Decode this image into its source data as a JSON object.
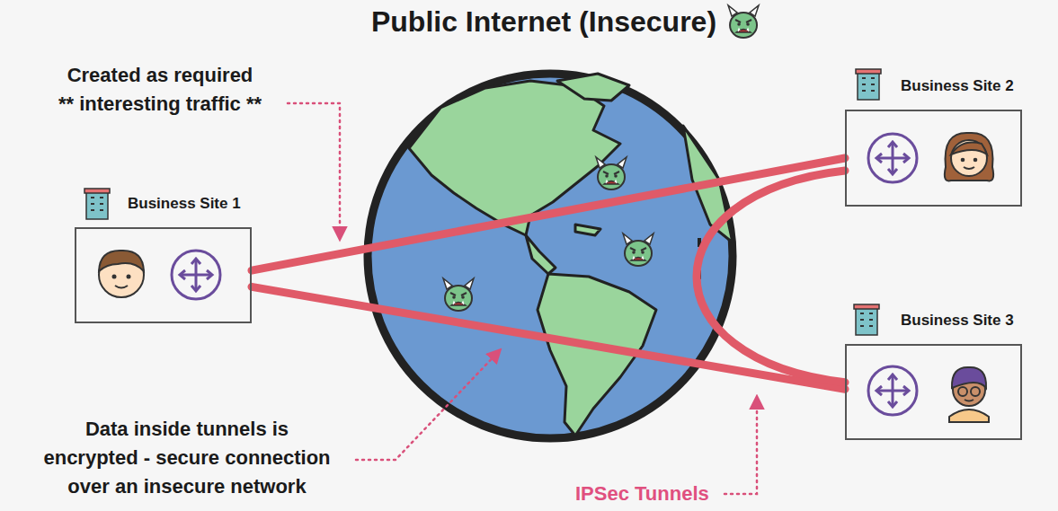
{
  "diagram": {
    "title": "Public Internet (Insecure)",
    "nodes": [
      {
        "text": [
          "Business Site 1"
        ]
      },
      {
        "text": [
          "Business Site 2"
        ]
      },
      {
        "text": [
          "Business Site 3"
        ]
      }
    ],
    "edges": [
      {
        "from": 0,
        "to": 1,
        "arrow": "none"
      },
      {
        "from": 0,
        "to": 2,
        "arrow": "none"
      },
      {
        "from": 1,
        "to": 2,
        "arrow": "none"
      }
    ],
    "labels": [
      "Created as required ** interesting traffic **",
      "Data inside tunnels is encrypted - secure connection over an insecure network",
      "IPSec Tunnels"
    ]
  }
}
